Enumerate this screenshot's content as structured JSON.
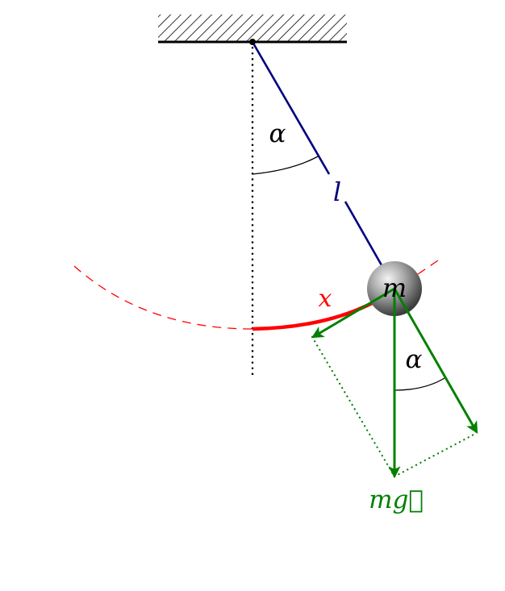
{
  "labels": {
    "angle_top": "α",
    "length": "l",
    "mass": "m",
    "arc_displacement": "x",
    "angle_bottom": "α",
    "weight": "mg⃗"
  },
  "colors": {
    "string": "#00007f",
    "force": "#008000",
    "arc": "#ff0000",
    "ink": "#000000"
  }
}
